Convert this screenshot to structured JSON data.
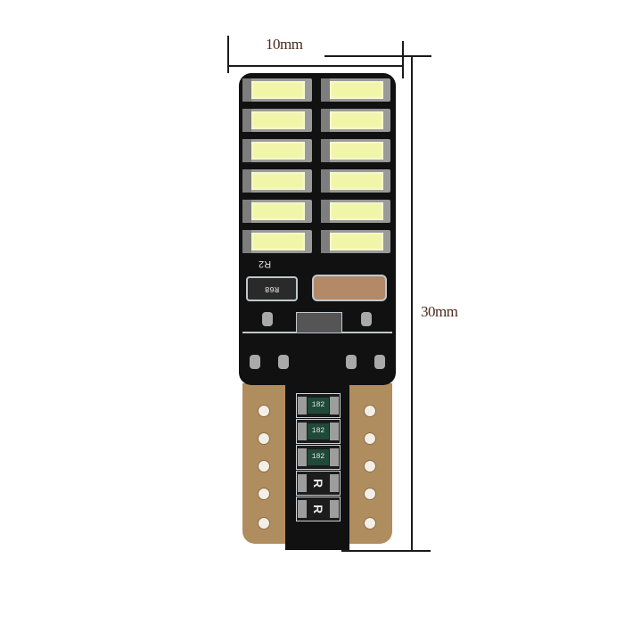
{
  "image": {
    "subject": "T10 LED bulb PCB with dimension annotations",
    "background_color": "#ffffff"
  },
  "dimensions": {
    "width_label": "10mm",
    "height_label": "30mm"
  },
  "pcb": {
    "board_color": "#111111",
    "base_color": "#b08d5e",
    "led_count": 12,
    "led_columns": 2,
    "led_rows": 6,
    "led_color": "#f0f5a8",
    "silkscreen_label": "R2",
    "top_resistor_label": "R68",
    "smd_resistors": [
      {
        "label": "182"
      },
      {
        "label": "182"
      },
      {
        "label": "182"
      },
      {
        "label": "R"
      },
      {
        "label": "R"
      }
    ],
    "contact_holes_per_side": 5
  }
}
